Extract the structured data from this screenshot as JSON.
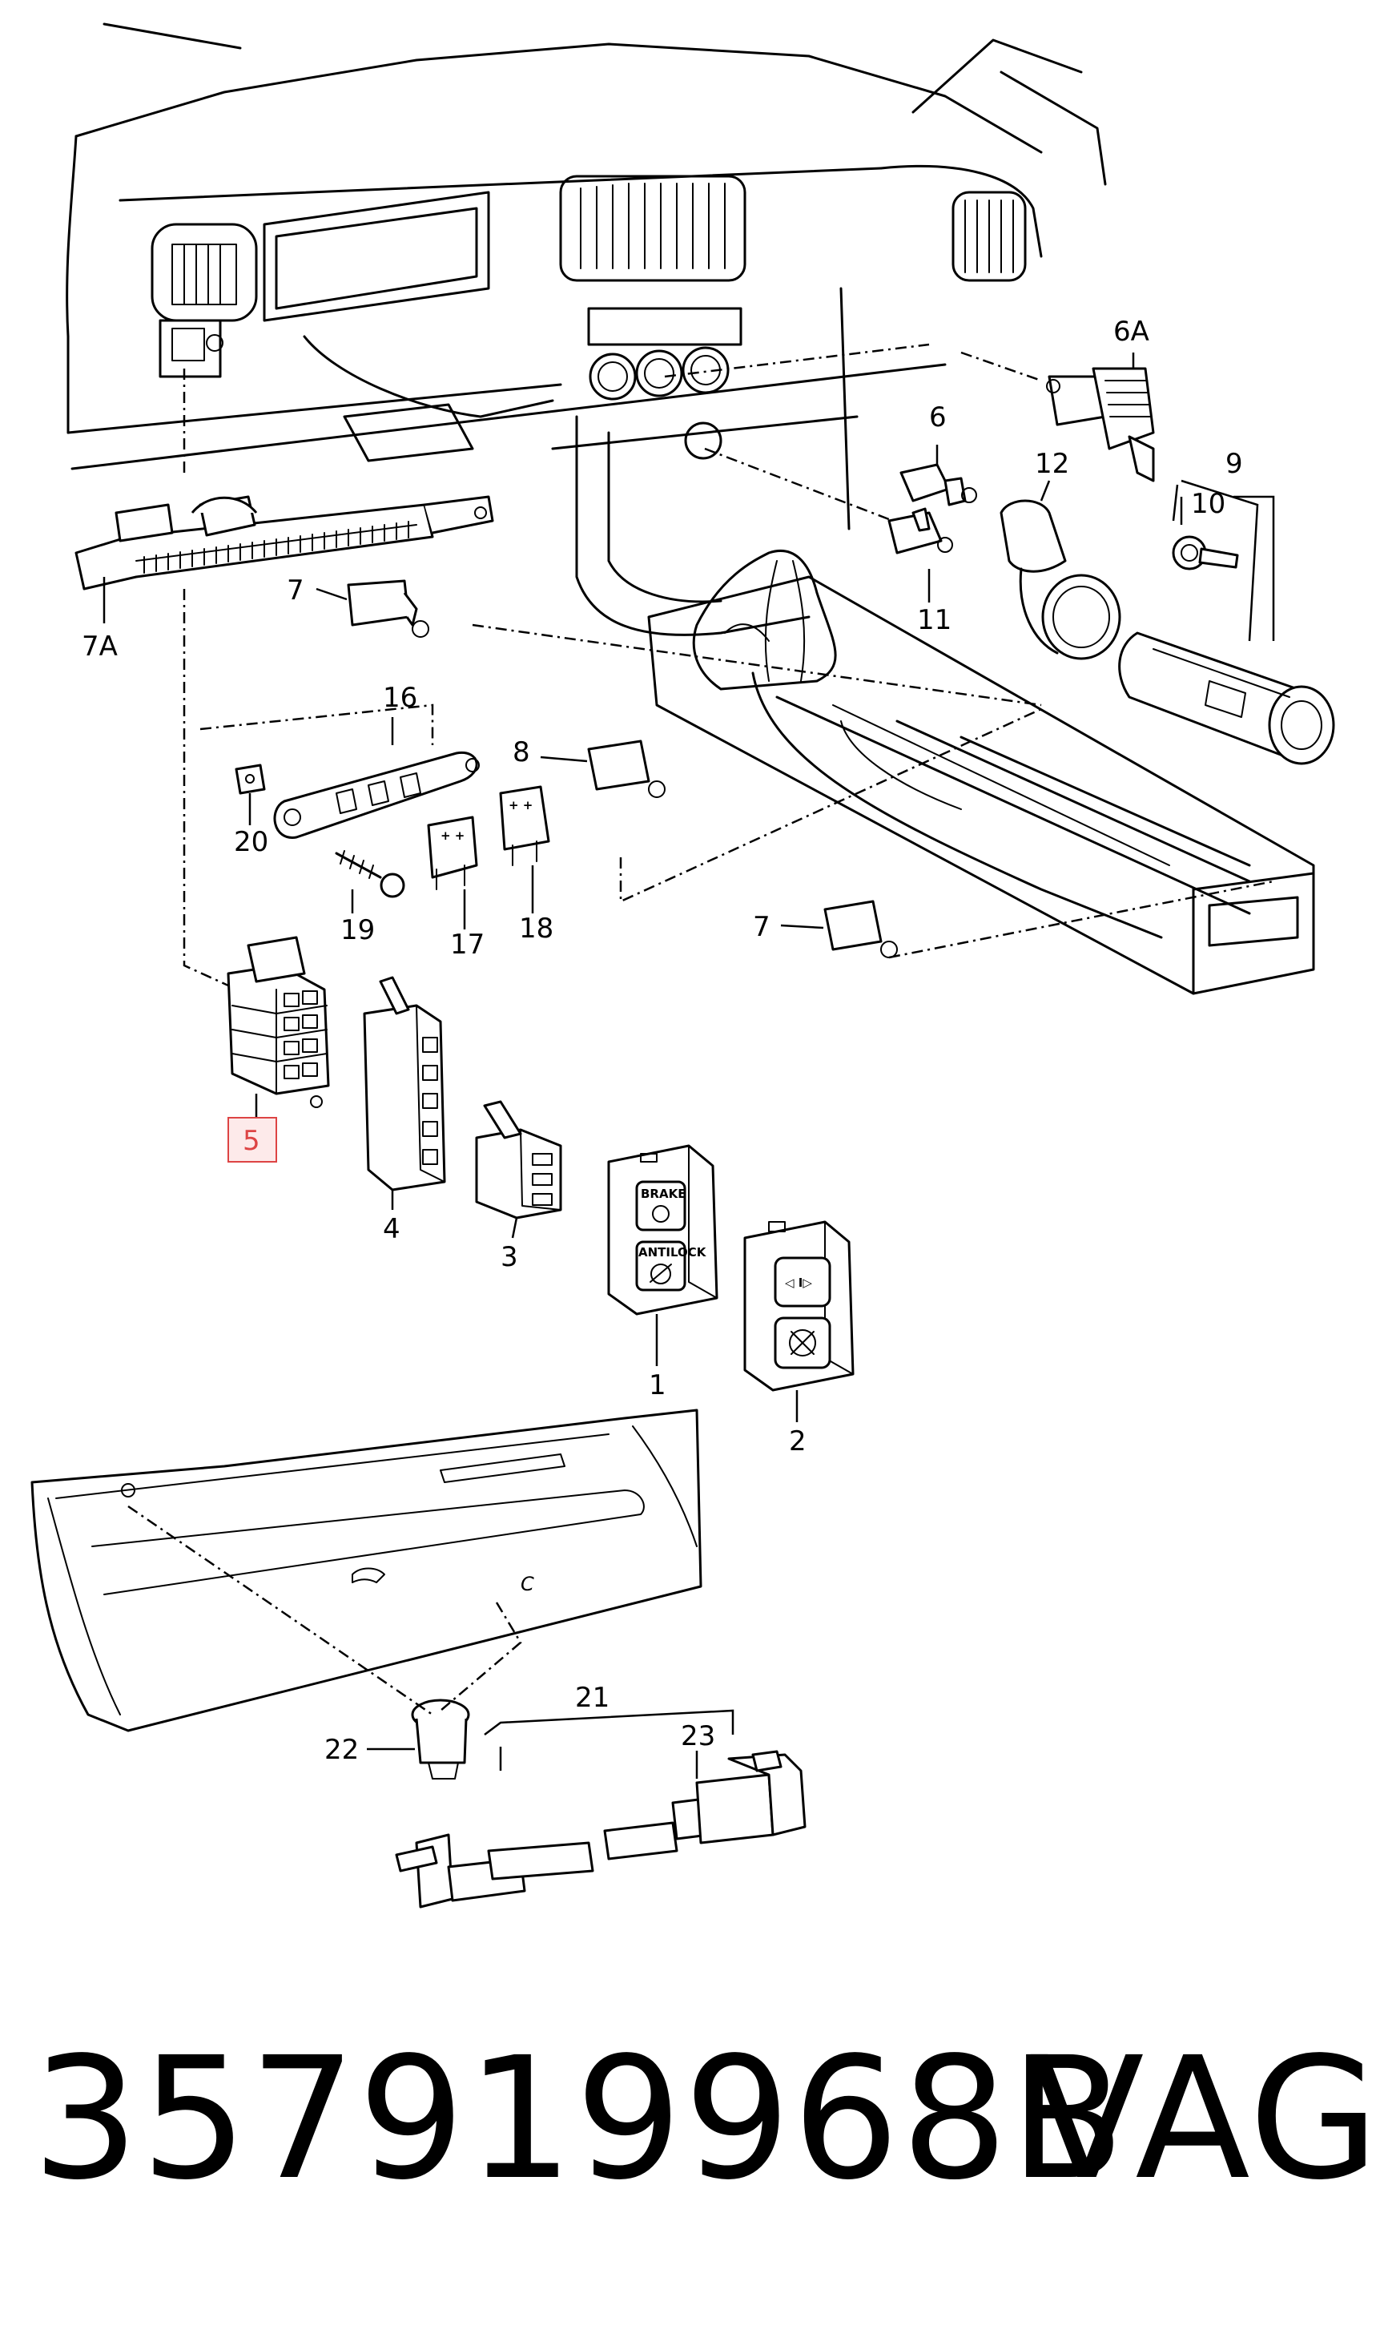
{
  "callouts": {
    "c6A": "6A",
    "c6": "6",
    "c12": "12",
    "c9": "9",
    "c10": "10",
    "c11": "11",
    "c7a": "7",
    "c7A": "7A",
    "c16": "16",
    "c8": "8",
    "c20": "20",
    "c19": "19",
    "c17": "17",
    "c18": "18",
    "c7b": "7",
    "c5": "5",
    "c4": "4",
    "c3": "3",
    "c1": "1",
    "c2": "2",
    "c21": "21",
    "c23": "23",
    "c22": "22"
  },
  "switch_labels": {
    "brake": "BRAKE",
    "antilock": "ANTILOCK"
  },
  "panel_mark": "C",
  "highlighted_part": "5",
  "highlight_color": "#dd4444",
  "footer": {
    "part_number": "357919968B",
    "brand": "VAG"
  }
}
